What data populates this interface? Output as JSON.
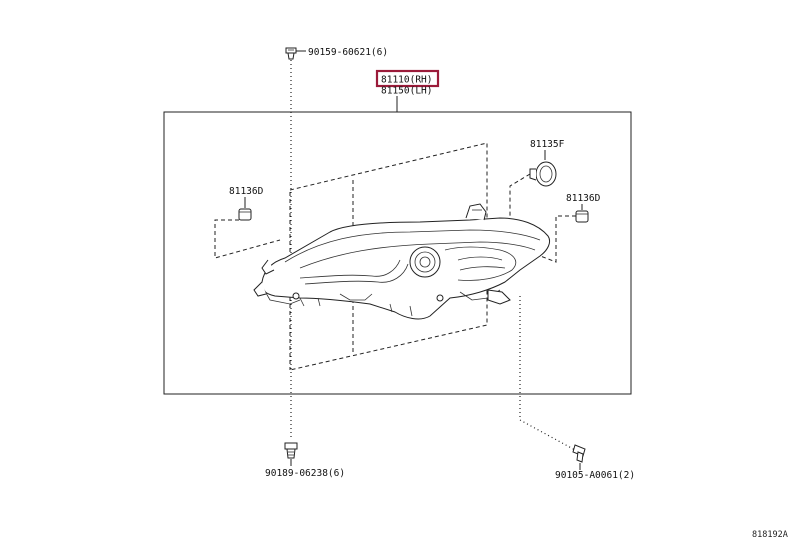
{
  "callouts": {
    "bolt_top": "90159-60621(6)",
    "headlamp_rh": "81110(RH)",
    "headlamp_lh": "81150(LH)",
    "cap_left": "81136D",
    "cap_top_right": "81135F",
    "cap_right": "81136D",
    "clip_bottom": "90189-06238(6)",
    "bolt_bottom_right": "90105-A0061(2)"
  },
  "diagram_code": "818192A",
  "colors": {
    "highlight_box": "#9b1b3a",
    "line": "#222222"
  }
}
